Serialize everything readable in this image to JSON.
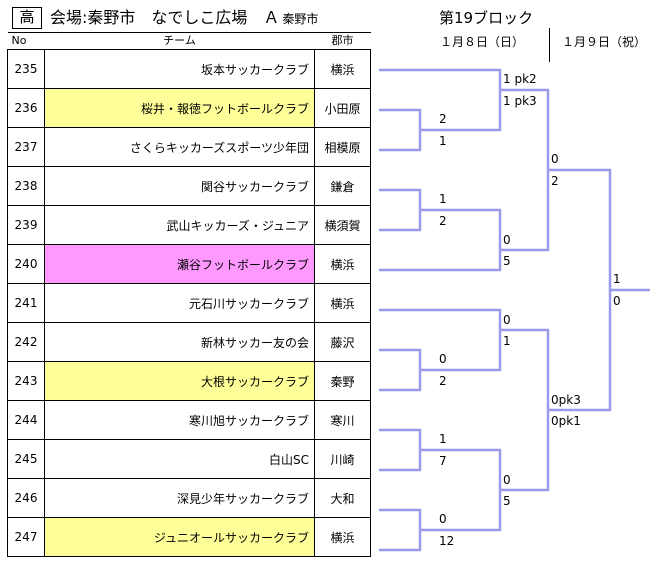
{
  "header": {
    "category": "高",
    "venue_label": "会場:秦野市　なでしこ広場　Ａ",
    "venue_city": "秦野市",
    "block": "第19ブロック",
    "date1": "１月８日（日）",
    "date2": "１月９日（祝）"
  },
  "columns": {
    "no": "No",
    "team": "チーム",
    "city": "郡市"
  },
  "teams": [
    {
      "no": "235",
      "name": "坂本サッカークラブ",
      "city": "横浜",
      "highlight": ""
    },
    {
      "no": "236",
      "name": "桜井・報徳フットボールクラブ",
      "city": "小田原",
      "highlight": "yellow"
    },
    {
      "no": "237",
      "name": "さくらキッカーズスポーツ少年団",
      "city": "相模原",
      "highlight": ""
    },
    {
      "no": "238",
      "name": "関谷サッカークラブ",
      "city": "鎌倉",
      "highlight": ""
    },
    {
      "no": "239",
      "name": "武山キッカーズ・ジュニア",
      "city": "横須賀",
      "highlight": ""
    },
    {
      "no": "240",
      "name": "瀬谷フットボールクラブ",
      "city": "横浜",
      "highlight": "pink"
    },
    {
      "no": "241",
      "name": "元石川サッカークラブ",
      "city": "横浜",
      "highlight": ""
    },
    {
      "no": "242",
      "name": "新林サッカー友の会",
      "city": "藤沢",
      "highlight": ""
    },
    {
      "no": "243",
      "name": "大根サッカークラブ",
      "city": "秦野",
      "highlight": "yellow"
    },
    {
      "no": "244",
      "name": "寒川旭サッカークラブ",
      "city": "寒川",
      "highlight": ""
    },
    {
      "no": "245",
      "name": "白山SC",
      "city": "川崎",
      "highlight": ""
    },
    {
      "no": "246",
      "name": "深見少年サッカークラブ",
      "city": "大和",
      "highlight": ""
    },
    {
      "no": "247",
      "name": "ジュニオールサッカークラブ",
      "city": "横浜",
      "highlight": "yellow"
    }
  ],
  "scores": {
    "r1_236_237": [
      "2",
      "1"
    ],
    "r1_238_239": [
      "1",
      "2"
    ],
    "r1_242_243": [
      "0",
      "2"
    ],
    "r1_244_245": [
      "1",
      "7"
    ],
    "r1_246_247": [
      "0",
      "12"
    ],
    "r2_235_w1": [
      "1 pk2",
      "1 pk3"
    ],
    "r2_w2_240": [
      "0",
      "5"
    ],
    "r2_241_w3": [
      "0",
      "1"
    ],
    "r2_w4_w5": [
      "0",
      "5"
    ],
    "r3_top": [
      "0",
      "2"
    ],
    "r3_bottom": [
      "0pk3",
      "0pk1"
    ],
    "final": [
      "1",
      "0"
    ]
  },
  "colors": {
    "bracket": "#9999ee",
    "highlight_yellow": "#ffff99",
    "highlight_pink": "#ff99ff"
  }
}
